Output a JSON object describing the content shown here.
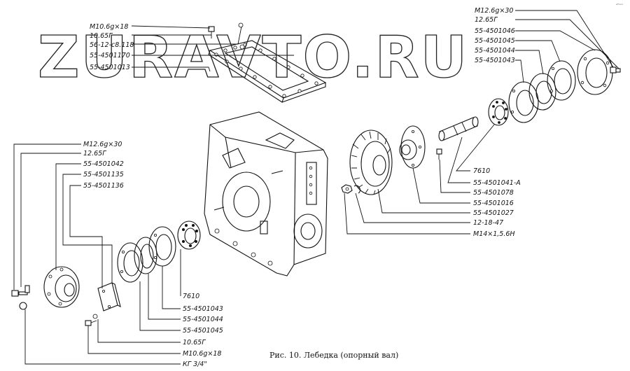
{
  "watermark": "ZURAVTO.RU",
  "corner_mark": "ᵉᴾᵒᵒᵒ",
  "caption": "Рис. 10. Лебедка (опорный вал)",
  "labels_top_left": [
    "M10.6g×18",
    "10.65Г",
    "56-12-с8.118",
    "55-4501170",
    "55-4501013"
  ],
  "labels_top_right": [
    "M12.6g×30",
    "12.65Г",
    "55-4501046",
    "55-4501045",
    "55-4501044",
    "55-4501043"
  ],
  "labels_left": [
    "M12.6g×30",
    "12.65Г",
    "55-4501042",
    "55-4501135",
    "55-4501136"
  ],
  "labels_bottom": [
    "7610",
    "55-4501043",
    "55-4501044",
    "55-4501045",
    "10.65Г",
    "M10.6g×18",
    "КГ 3/4\""
  ],
  "labels_right": [
    "7610",
    "55-4501041-А",
    "55-4501078",
    "55-4501016",
    "55-4501027",
    "12-18-47",
    "M14×1,5.6Н"
  ]
}
